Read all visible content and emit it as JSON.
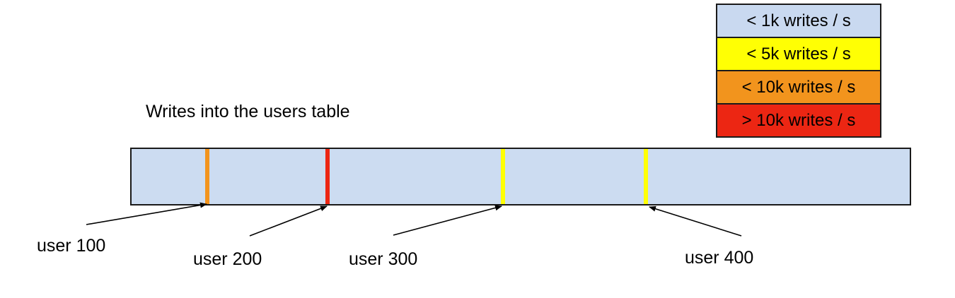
{
  "title": "Writes into the users table",
  "legend": {
    "items": [
      {
        "label": "< 1k writes / s",
        "color": "#c9d9f0"
      },
      {
        "label": "< 5k writes / s",
        "color": "#ffff04"
      },
      {
        "label": "< 10k writes / s",
        "color": "#f2941d"
      },
      {
        "label": "> 10k writes / s",
        "color": "#ec2613"
      }
    ]
  },
  "bar": {
    "fill": "#ccdcf1",
    "markers": [
      {
        "user": "user 100",
        "rate": "< 10k writes / s",
        "color": "#f2941d"
      },
      {
        "user": "user 200",
        "rate": "> 10k writes / s",
        "color": "#ec2613"
      },
      {
        "user": "user 300",
        "rate": "< 5k writes / s",
        "color": "#ffff04"
      },
      {
        "user": "user 400",
        "rate": "< 5k writes / s",
        "color": "#ffff04"
      }
    ]
  }
}
